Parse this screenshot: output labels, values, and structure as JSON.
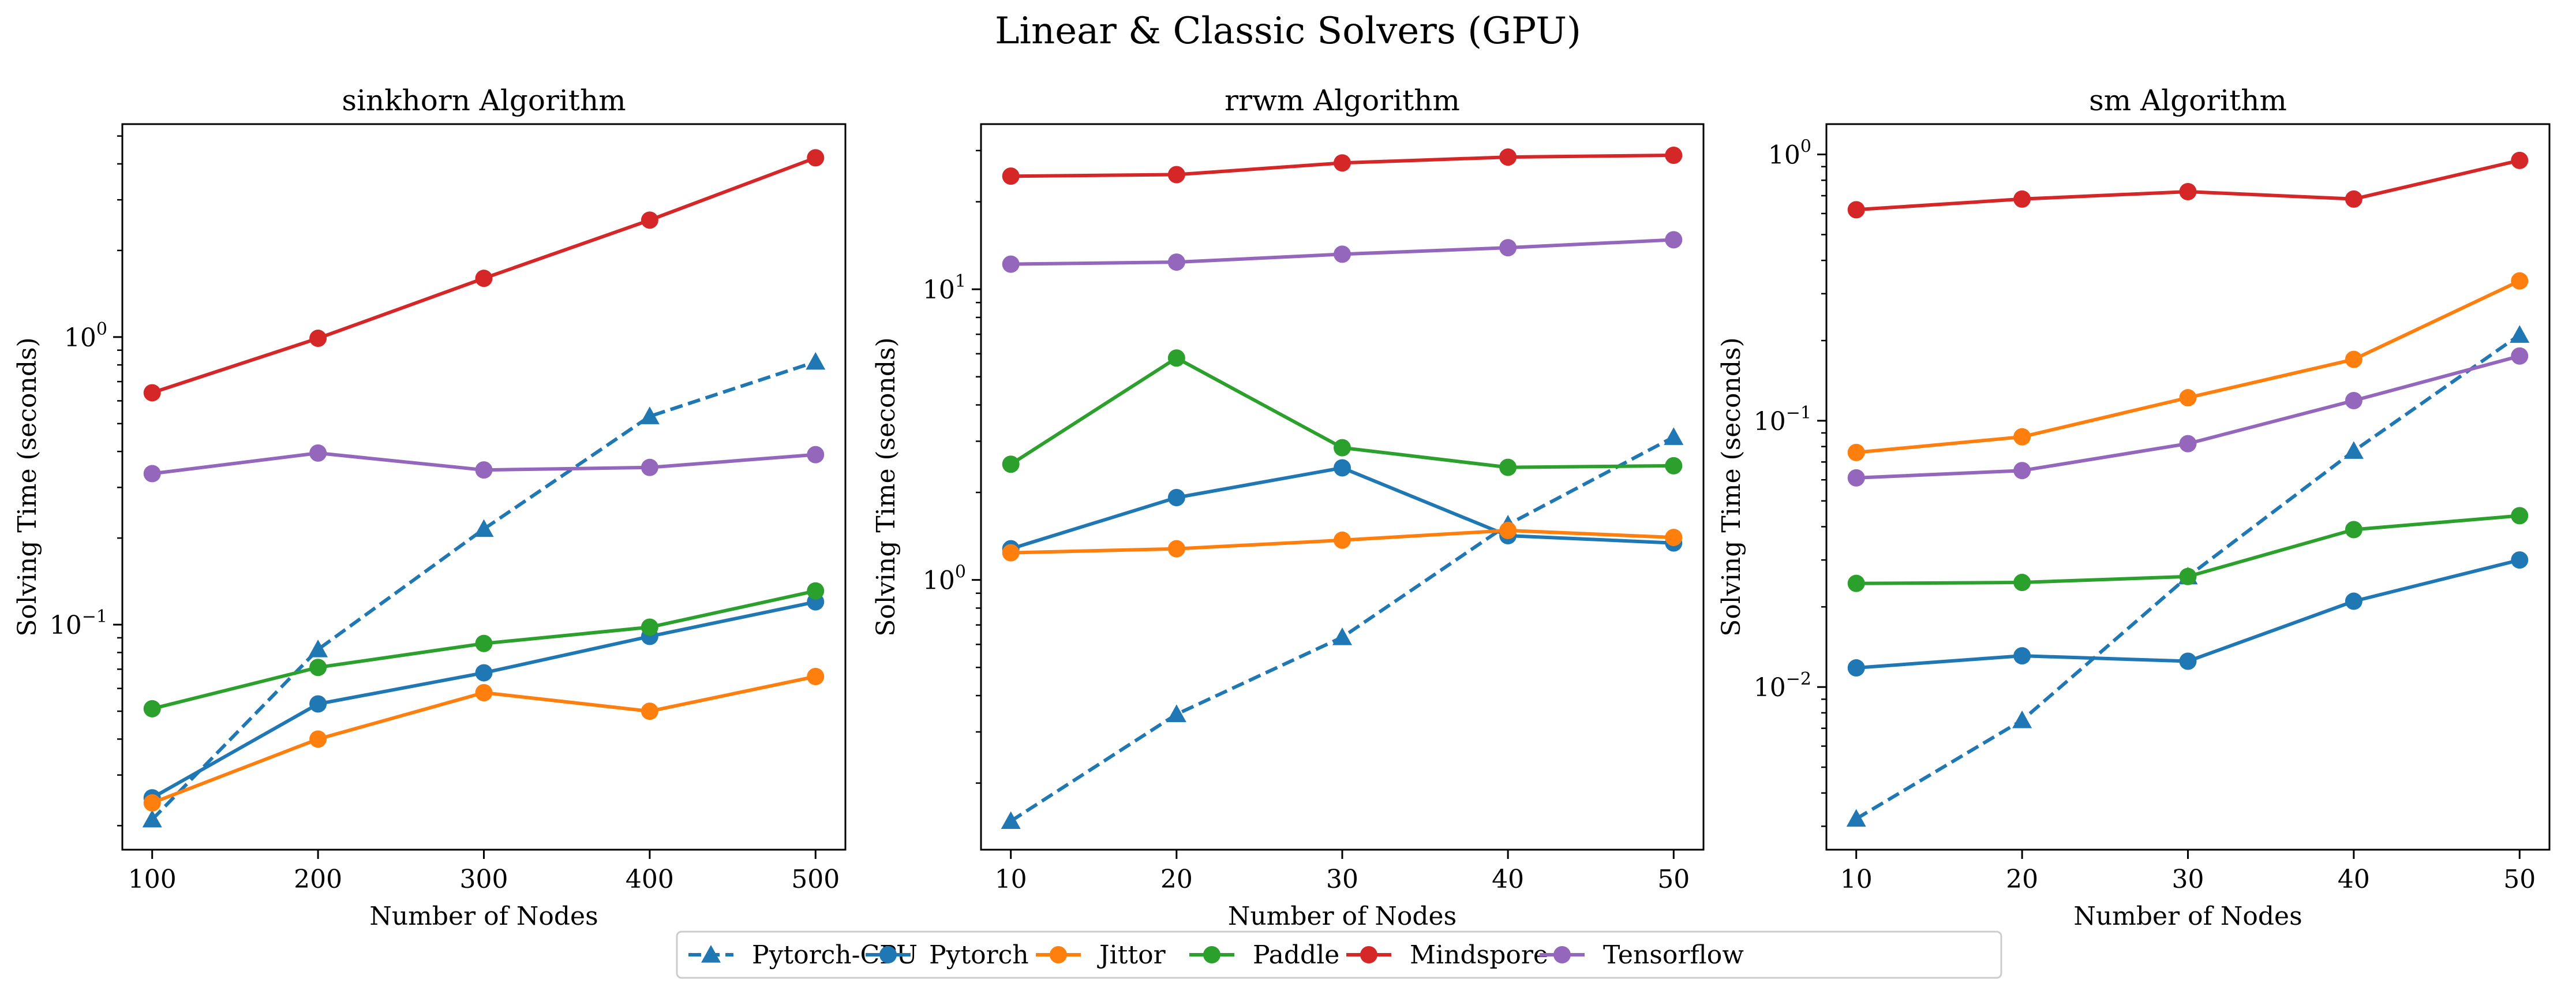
{
  "figure": {
    "title": "Linear & Classic Solvers (GPU)"
  },
  "series_styles": {
    "Pytorch-CPU": {
      "color": "#1f77b4",
      "marker": "triangle",
      "dash": true
    },
    "Pytorch": {
      "color": "#1f77b4",
      "marker": "circle",
      "dash": false
    },
    "Jittor": {
      "color": "#ff7f0e",
      "marker": "circle",
      "dash": false
    },
    "Paddle": {
      "color": "#2ca02c",
      "marker": "circle",
      "dash": false
    },
    "Mindspore": {
      "color": "#d62728",
      "marker": "circle",
      "dash": false
    },
    "Tensorflow": {
      "color": "#9467bd",
      "marker": "circle",
      "dash": false
    }
  },
  "legend": {
    "placement": "bottom-center",
    "entries": [
      "Pytorch-CPU",
      "Pytorch",
      "Jittor",
      "Paddle",
      "Mindspore",
      "Tensorflow"
    ]
  },
  "chart_data": [
    {
      "type": "line",
      "title": "sinkhorn Algorithm",
      "xlabel": "Number of Nodes",
      "ylabel": "Solving Time (seconds)",
      "yscale": "log",
      "x": [
        100,
        200,
        300,
        400,
        500
      ],
      "xticks": [
        100,
        200,
        300,
        400,
        500
      ],
      "xlim": [
        82,
        518
      ],
      "ylim": [
        0.0165,
        5.5
      ],
      "yticks": [
        {
          "value": 0.1,
          "base": "10",
          "exp": "−1"
        },
        {
          "value": 1,
          "base": "10",
          "exp": "0"
        }
      ],
      "series": [
        {
          "name": "Pytorch-CPU",
          "values": [
            0.021,
            0.082,
            0.215,
            0.53,
            0.82
          ]
        },
        {
          "name": "Pytorch",
          "values": [
            0.025,
            0.053,
            0.068,
            0.091,
            0.12
          ]
        },
        {
          "name": "Jittor",
          "values": [
            0.024,
            0.04,
            0.058,
            0.05,
            0.066
          ]
        },
        {
          "name": "Paddle",
          "values": [
            0.051,
            0.071,
            0.086,
            0.098,
            0.131
          ]
        },
        {
          "name": "Mindspore",
          "values": [
            0.64,
            0.99,
            1.6,
            2.55,
            4.2
          ]
        },
        {
          "name": "Tensorflow",
          "values": [
            0.335,
            0.395,
            0.345,
            0.352,
            0.39
          ]
        }
      ]
    },
    {
      "type": "line",
      "title": "rrwm Algorithm",
      "xlabel": "Number of Nodes",
      "ylabel": "Solving Time (seconds)",
      "yscale": "log",
      "x": [
        10,
        20,
        30,
        40,
        50
      ],
      "xticks": [
        10,
        20,
        30,
        40,
        50
      ],
      "xlim": [
        8.2,
        51.8
      ],
      "ylim": [
        0.118,
        37
      ],
      "yticks": [
        {
          "value": 1,
          "base": "10",
          "exp": "0"
        },
        {
          "value": 10,
          "base": "10",
          "exp": "1"
        }
      ],
      "series": [
        {
          "name": "Pytorch-CPU",
          "values": [
            0.148,
            0.345,
            0.635,
            1.55,
            3.1
          ]
        },
        {
          "name": "Pytorch",
          "values": [
            1.28,
            1.92,
            2.43,
            1.42,
            1.34
          ]
        },
        {
          "name": "Jittor",
          "values": [
            1.24,
            1.28,
            1.37,
            1.48,
            1.4
          ]
        },
        {
          "name": "Paddle",
          "values": [
            2.5,
            5.8,
            2.85,
            2.44,
            2.47
          ]
        },
        {
          "name": "Mindspore",
          "values": [
            24.5,
            24.8,
            27.2,
            28.5,
            28.9
          ]
        },
        {
          "name": "Tensorflow",
          "values": [
            12.2,
            12.4,
            13.2,
            13.9,
            14.8
          ]
        }
      ]
    },
    {
      "type": "line",
      "title": "sm Algorithm",
      "xlabel": "Number of Nodes",
      "ylabel": "Solving Time (seconds)",
      "yscale": "log",
      "x": [
        10,
        20,
        30,
        40,
        50
      ],
      "xticks": [
        10,
        20,
        30,
        40,
        50
      ],
      "xlim": [
        8.2,
        51.8
      ],
      "ylim": [
        0.00245,
        1.3
      ],
      "yticks": [
        {
          "value": 0.01,
          "base": "10",
          "exp": "−2"
        },
        {
          "value": 0.1,
          "base": "10",
          "exp": "−1"
        },
        {
          "value": 1,
          "base": "10",
          "exp": "0"
        }
      ],
      "series": [
        {
          "name": "Pytorch-CPU",
          "values": [
            0.0032,
            0.0075,
            0.026,
            0.077,
            0.21
          ]
        },
        {
          "name": "Pytorch",
          "values": [
            0.0118,
            0.0131,
            0.0125,
            0.021,
            0.03
          ]
        },
        {
          "name": "Jittor",
          "values": [
            0.076,
            0.087,
            0.122,
            0.17,
            0.335
          ]
        },
        {
          "name": "Paddle",
          "values": [
            0.0245,
            0.0247,
            0.026,
            0.039,
            0.044
          ]
        },
        {
          "name": "Mindspore",
          "values": [
            0.62,
            0.68,
            0.725,
            0.68,
            0.95
          ]
        },
        {
          "name": "Tensorflow",
          "values": [
            0.061,
            0.065,
            0.082,
            0.119,
            0.175
          ]
        }
      ]
    }
  ]
}
